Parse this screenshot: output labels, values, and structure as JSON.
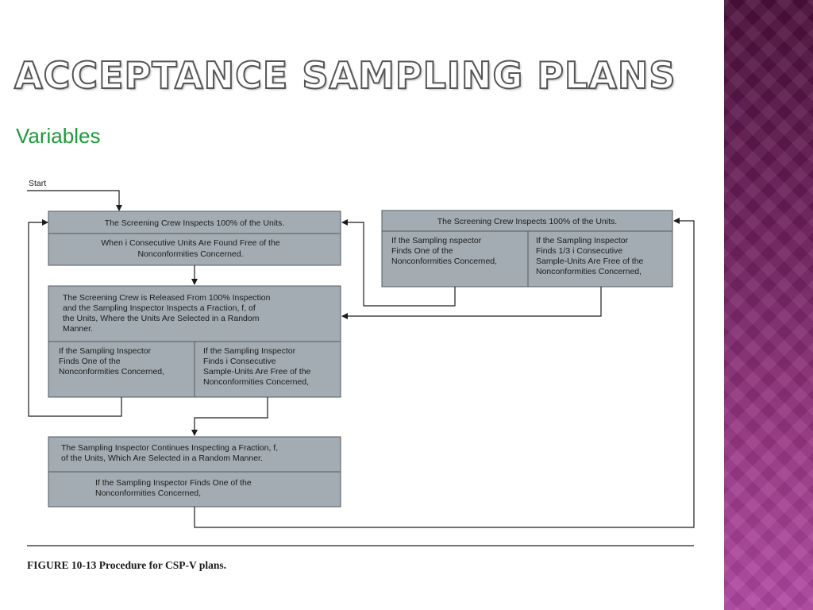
{
  "slide": {
    "title": "ACCEPTANCE SAMPLING PLANS",
    "subtitle": "Variables"
  },
  "diagram": {
    "start_label": "Start",
    "box1": {
      "header": "The Screening Crew Inspects 100% of the Units.",
      "body": [
        "When i Consecutive Units Are Found Free of the",
        "Nonconformities Concerned."
      ]
    },
    "box2": {
      "header": [
        "The Screening Crew is Released From 100% Inspection",
        "and the Sampling Inspector Inspects a Fraction, f, of",
        "the Units, Where the Units Are Selected in a Random",
        "Manner."
      ],
      "left": [
        "If the Sampling Inspector",
        "Finds One of the",
        "Nonconformities Concerned,"
      ],
      "right": [
        "If the Sampling Inspector",
        "Finds i Consecutive",
        "Sample-Units Are Free of the",
        "Nonconformities Concerned,"
      ]
    },
    "box3": {
      "header": "The Screening Crew Inspects 100% of the Units.",
      "left": [
        "If the Sampling  nspector",
        "Finds One of the",
        "Nonconformities Concerned,"
      ],
      "right": [
        "If the Sampling Inspector",
        "Finds 1/3 i Consecutive",
        "Sample-Units Are Free of the",
        "Nonconformities Concerned,"
      ]
    },
    "box4": {
      "header": [
        "The Sampling Inspector Continues Inspecting a Fraction, f,",
        "of the Units, Which Are Selected in a Random Manner."
      ],
      "body": [
        "If the Sampling Inspector Finds One of the",
        "Nonconformities Concerned,"
      ]
    },
    "caption": "FIGURE 10-13    Procedure for CSP-V plans."
  }
}
